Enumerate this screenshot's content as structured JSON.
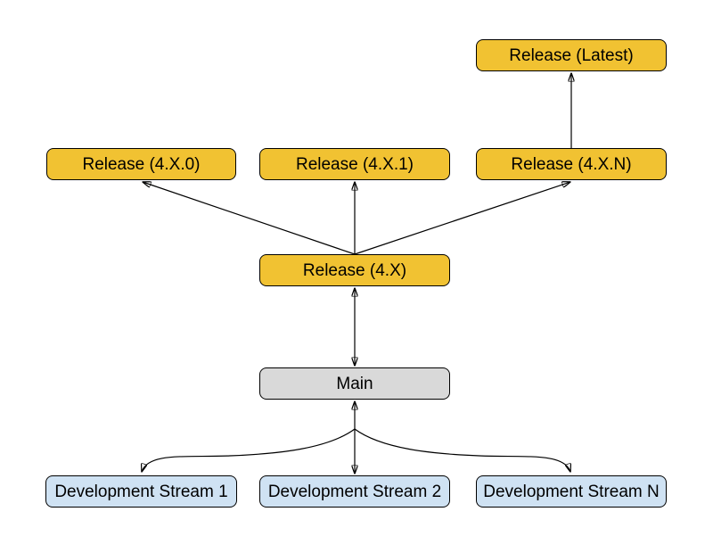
{
  "diagram": {
    "type": "branching-flow-diagram",
    "background": "#FFFFFF",
    "colors": {
      "release_fill": "#F1C232",
      "main_fill": "#D9D9D9",
      "dev_fill": "#CFE2F3",
      "border": "#000000",
      "arrow": "#000000"
    }
  },
  "nodes": {
    "release_latest": {
      "label": "Release (Latest)",
      "fill": "#F1C232"
    },
    "release_4x0": {
      "label": "Release (4.X.0)",
      "fill": "#F1C232"
    },
    "release_4x1": {
      "label": "Release (4.X.1)",
      "fill": "#F1C232"
    },
    "release_4xn": {
      "label": "Release (4.X.N)",
      "fill": "#F1C232"
    },
    "release_4x": {
      "label": "Release (4.X)",
      "fill": "#F1C232"
    },
    "main": {
      "label": "Main",
      "fill": "#D9D9D9"
    },
    "dev_stream_1": {
      "label": "Development Stream 1",
      "fill": "#CFE2F3"
    },
    "dev_stream_2": {
      "label": "Development Stream 2",
      "fill": "#CFE2F3"
    },
    "dev_stream_n": {
      "label": "Development Stream N",
      "fill": "#CFE2F3"
    }
  },
  "edges": [
    {
      "from": "release_4xn",
      "to": "release_latest",
      "arrow": "single"
    },
    {
      "from": "release_4x",
      "to": "release_4x0",
      "arrow": "single"
    },
    {
      "from": "release_4x",
      "to": "release_4x1",
      "arrow": "single"
    },
    {
      "from": "release_4x",
      "to": "release_4xn",
      "arrow": "single"
    },
    {
      "from": "release_4x",
      "to": "main",
      "arrow": "double"
    },
    {
      "from": "main",
      "to": "dev_stream_2",
      "arrow": "double"
    },
    {
      "from": "main",
      "to": "dev_stream_1",
      "arrow": "single"
    },
    {
      "from": "main",
      "to": "dev_stream_n",
      "arrow": "single"
    }
  ]
}
